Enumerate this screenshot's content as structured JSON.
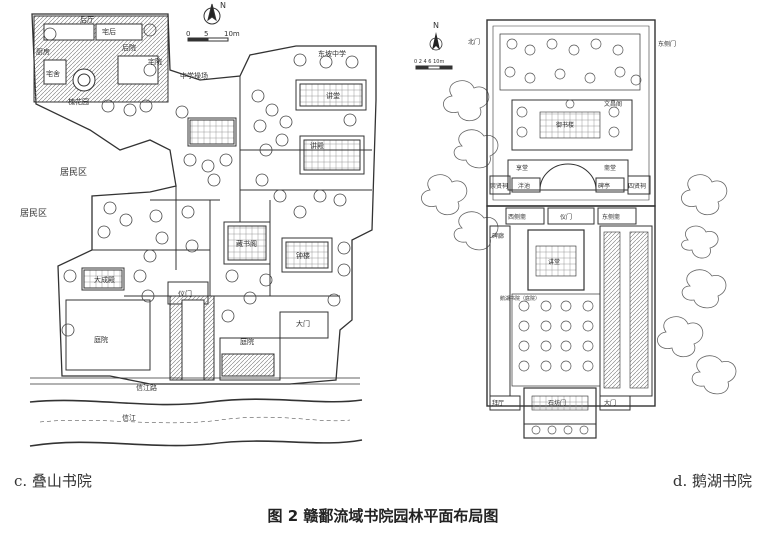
{
  "figure": {
    "caption": "图 2   赣鄱流域书院园林平面布局图",
    "left_caption": "c. 叠山书院",
    "right_caption": "d. 鹅湖书院"
  },
  "left_plan": {
    "north": "N",
    "scale_labels": [
      "0",
      "5",
      "10m"
    ],
    "rooms": {
      "houting": "后厅",
      "zhaihou": "宅后",
      "chuying": "厨房",
      "houyuan": "后院",
      "zhaiyuan": "宅院",
      "zhaishe": "宅舍",
      "houhuayuan": "槐花园",
      "zhongxue": "中学操场",
      "dongpo": "东坡中学",
      "juminqu1": "居民区",
      "juminqu2": "居民区",
      "jiangtang": "讲堂",
      "cangshu": "藏书阁",
      "dashang": "大成殿",
      "zhonglou": "钟楼",
      "wumen": "仪门",
      "damen": "大门",
      "tingyuan": "庭院",
      "tingyuan2": "庭院",
      "jiangdian": "讲殿",
      "road": "信江路",
      "river": "信江"
    }
  },
  "right_plan": {
    "north": "N",
    "scale": "0 2 4 6 10m",
    "rooms": {
      "beimen": "北门",
      "dongmen": "东侧门",
      "yuchi": "泮池",
      "chongxian": "崇贤祠",
      "sixian": "四贤祠",
      "yuzhong": "御书楼",
      "yilu": "仪门",
      "jiangtang": "讲堂",
      "xiangtang": "享堂",
      "zhaitang": "斋堂",
      "wenchang": "文昌阁",
      "bei": "碑亭",
      "cezhai": "东侧斋",
      "xizhai": "西侧斋",
      "beilang": "碑廊",
      "shimen": "石坊门",
      "tingyuan": "鹅湖书院（庭院）",
      "gongtang": "拜厅",
      "damen": "大门"
    }
  }
}
